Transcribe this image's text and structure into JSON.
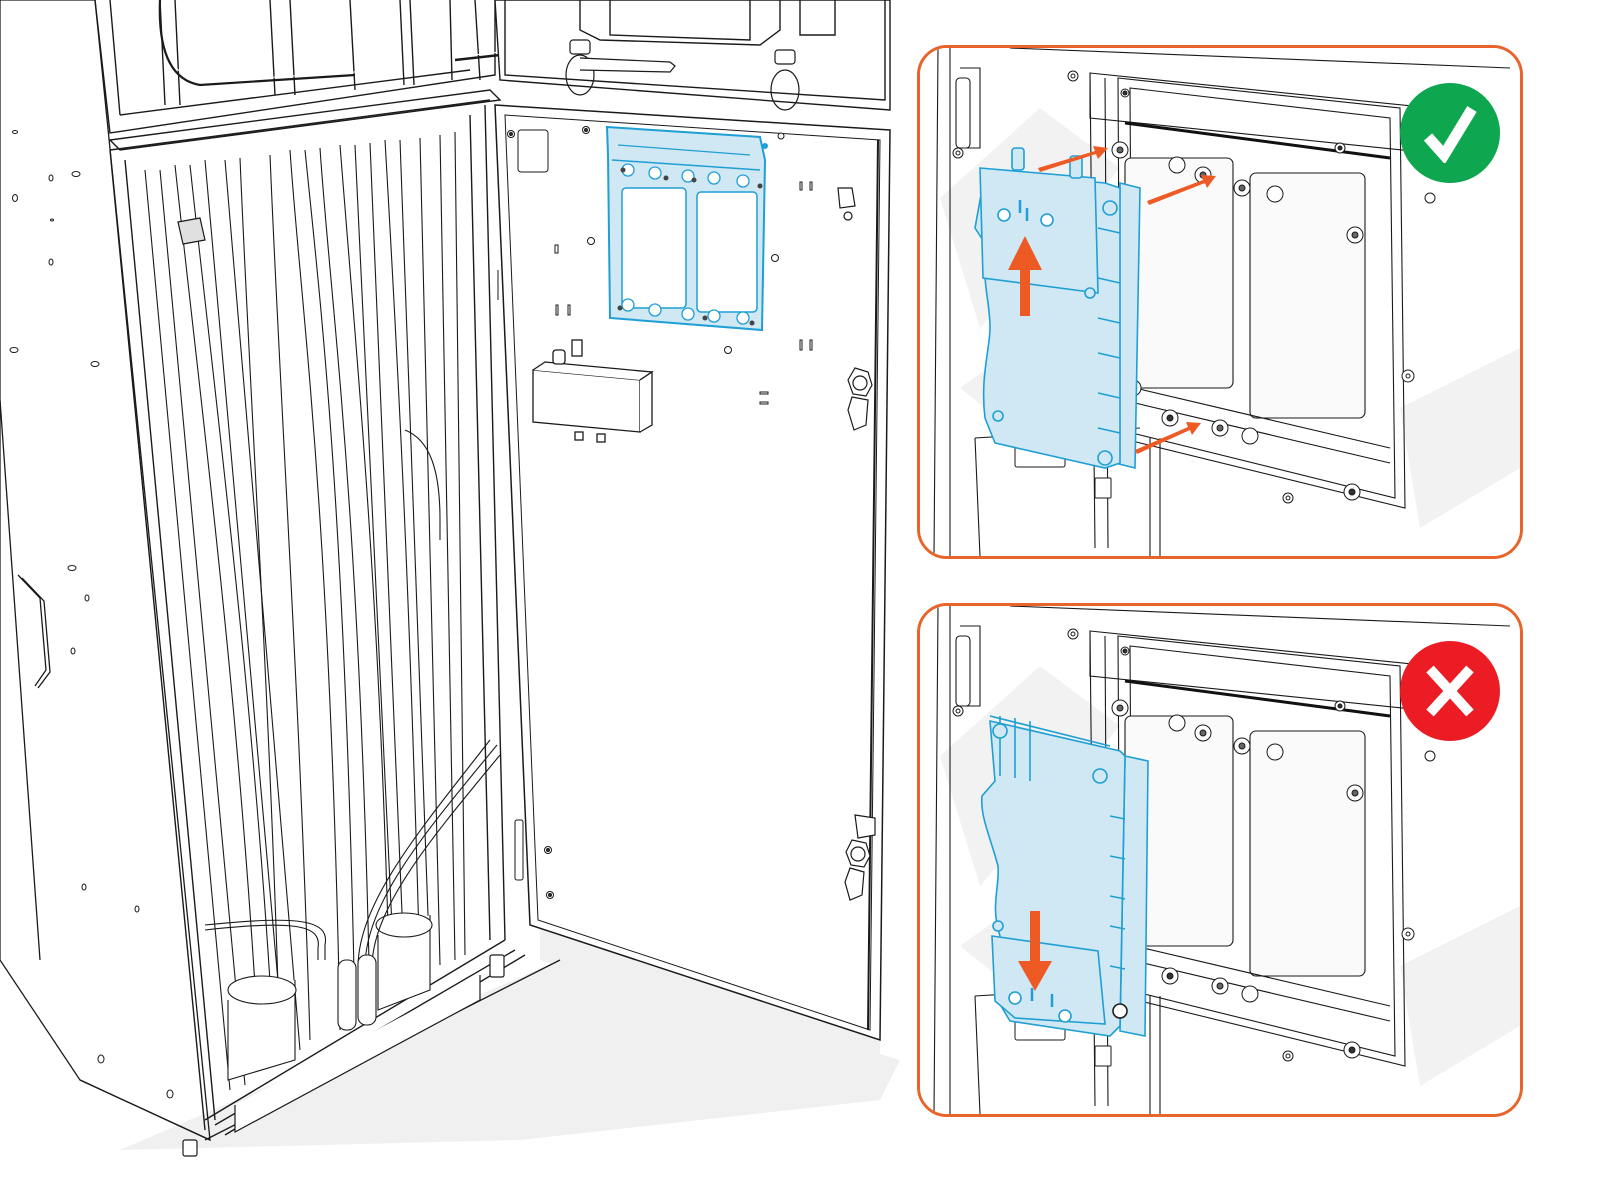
{
  "figure": {
    "type": "assembly-instruction",
    "caption": "",
    "colors": {
      "line_art": "#1a1a1a",
      "shadow": "#efefef",
      "highlight_fill": "#cfe8f4",
      "highlight_stroke": "#1f9fd4",
      "arrow": "#ee5a24",
      "panel_border": "#e8642a",
      "correct_badge": "#0ea64f",
      "incorrect_badge": "#ec1c24",
      "badge_glyph": "#ffffff"
    }
  },
  "overview": {
    "description": "Cabinet with open door; mounting bracket highlighted in blue on inside of door",
    "highlighted_part": "mounting-bracket"
  },
  "panels": [
    {
      "id": "correct",
      "status": "correct",
      "badge_icon": "check-icon",
      "badge_glyph": "✓",
      "arrow_direction": "up",
      "guide_arrows": 3,
      "description": "Module aligned with bracket pins and slid upward"
    },
    {
      "id": "incorrect",
      "status": "incorrect",
      "badge_icon": "cross-icon",
      "badge_glyph": "✕",
      "arrow_direction": "down",
      "guide_arrows": 0,
      "description": "Module slid downward — incorrect"
    }
  ]
}
